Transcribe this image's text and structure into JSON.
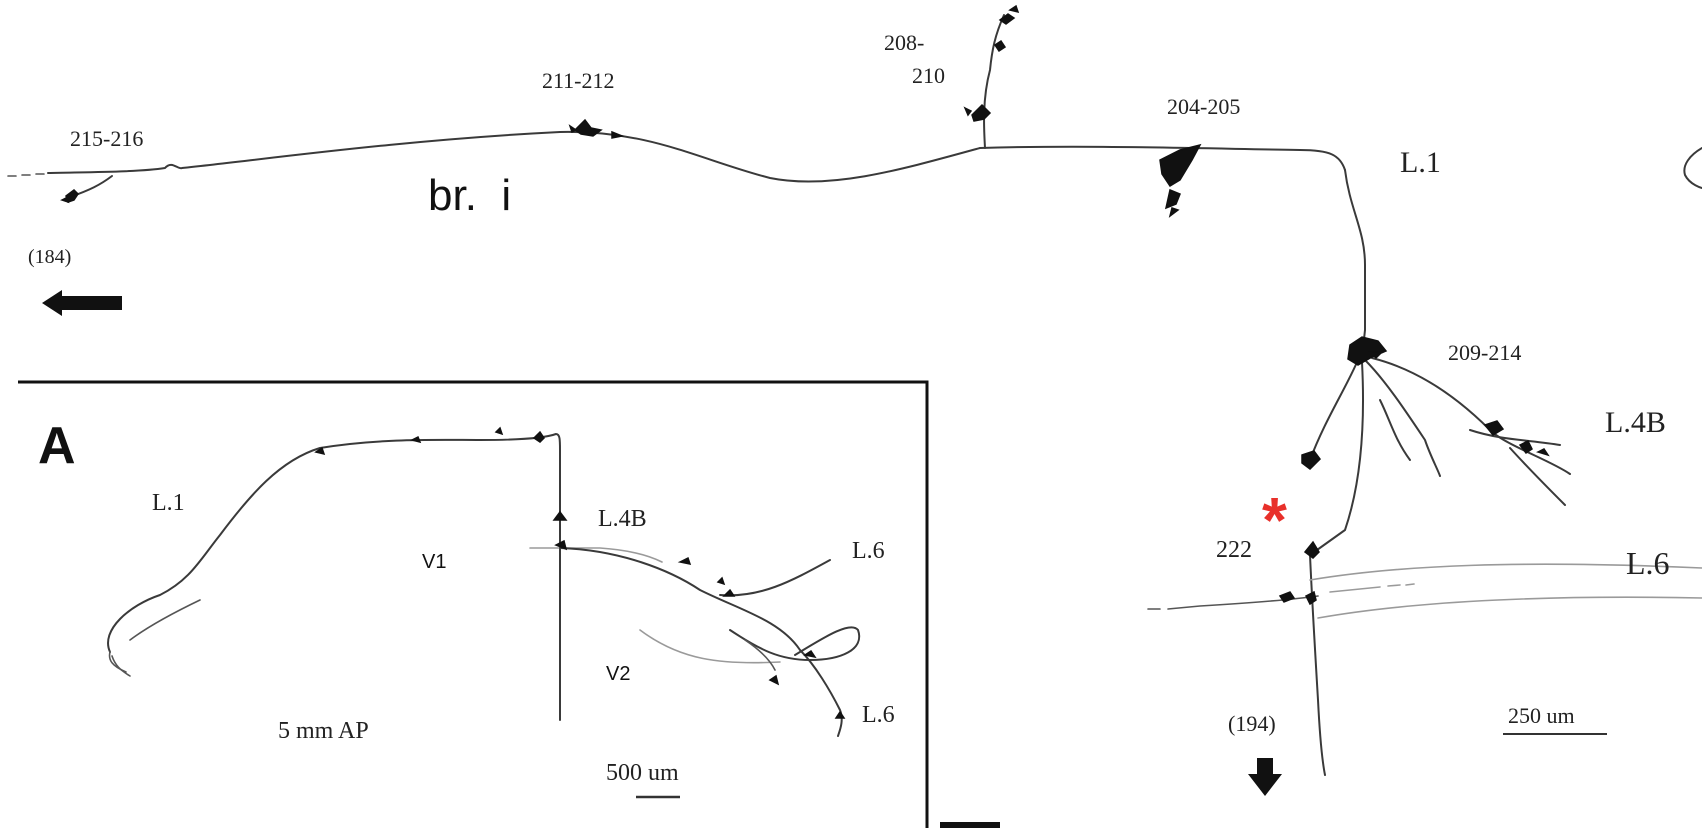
{
  "main": {
    "section_labels": {
      "215_216": "215-216",
      "211_212": "211-212",
      "208_210_a": "208-",
      "208_210_b": "210",
      "204_205": "204-205",
      "209_214": "209-214",
      "222": "222"
    },
    "layer_labels": {
      "l1": "L.1",
      "l4b": "L.4B",
      "l6": "L.6"
    },
    "branch_label": "br.  i",
    "origin_left": "(184)",
    "origin_down": "(194)",
    "scale_bar": "250 um",
    "asterisk": "*"
  },
  "inset": {
    "panel_letter": "A",
    "l1": "L.1",
    "l4b": "L.4B",
    "l6_upper": "L.6",
    "l6_lower": "L.6",
    "v1": "V1",
    "v2": "V2",
    "ap_label": "5 mm AP",
    "scale_bar": "500 um"
  },
  "colors": {
    "ink": "#111111",
    "asterisk": "#e8302a",
    "background": "#ffffff"
  }
}
